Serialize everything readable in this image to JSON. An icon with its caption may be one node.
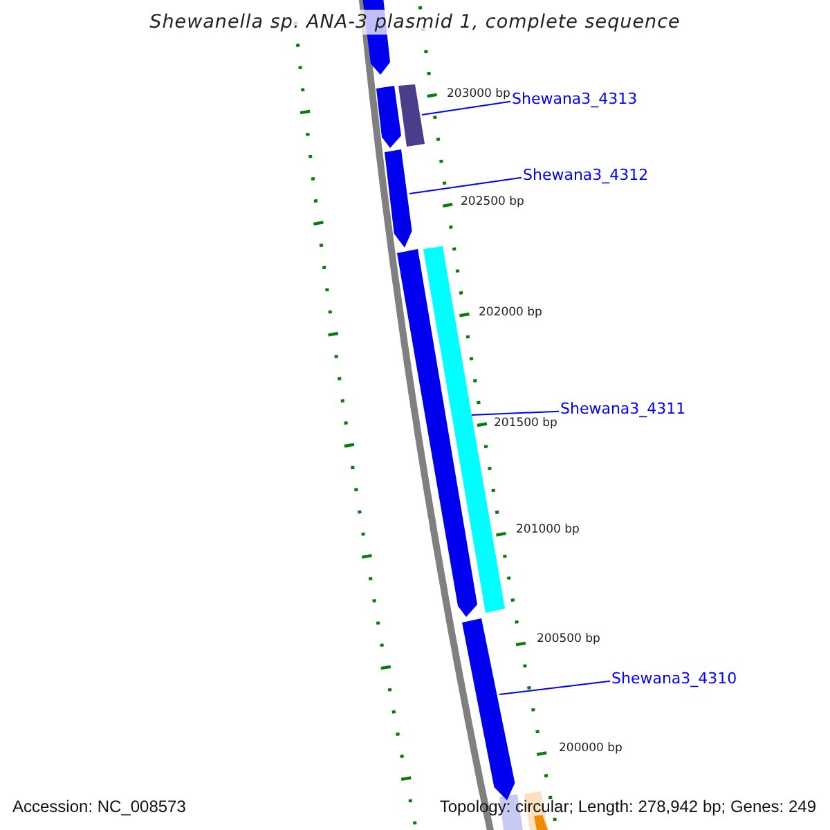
{
  "diagram": {
    "title": "Shewanella sp. ANA-3 plasmid 1, complete sequence",
    "nodes": [
      {
        "text": [
          "Shewana3_4313"
        ]
      },
      {
        "text": [
          "Shewana3_4312"
        ]
      },
      {
        "text": [
          "Shewana3_4311"
        ]
      },
      {
        "text": [
          "Shewana3_4310"
        ]
      },
      {
        "text": [],
        "shape": "bar"
      },
      {
        "text": [],
        "shape": "arrow"
      },
      {
        "text": [],
        "shape": "bar"
      },
      {
        "text": [],
        "shape": "arrow"
      }
    ],
    "edges": [
      {
        "from": 0,
        "to": 4,
        "arrow": "none"
      },
      {
        "from": 1,
        "to": 5,
        "arrow": "none"
      },
      {
        "from": 2,
        "to": 6,
        "arrow": "none"
      },
      {
        "from": 3,
        "to": 7,
        "arrow": "none"
      }
    ],
    "labels": [
      "203000 bp",
      "202500 bp",
      "202000 bp",
      "201500 bp",
      "201000 bp",
      "200500 bp",
      "200000 bp",
      "Accession: NC_008573",
      "Topology: circular; Length: 278,942 bp; Genes: 249"
    ]
  }
}
